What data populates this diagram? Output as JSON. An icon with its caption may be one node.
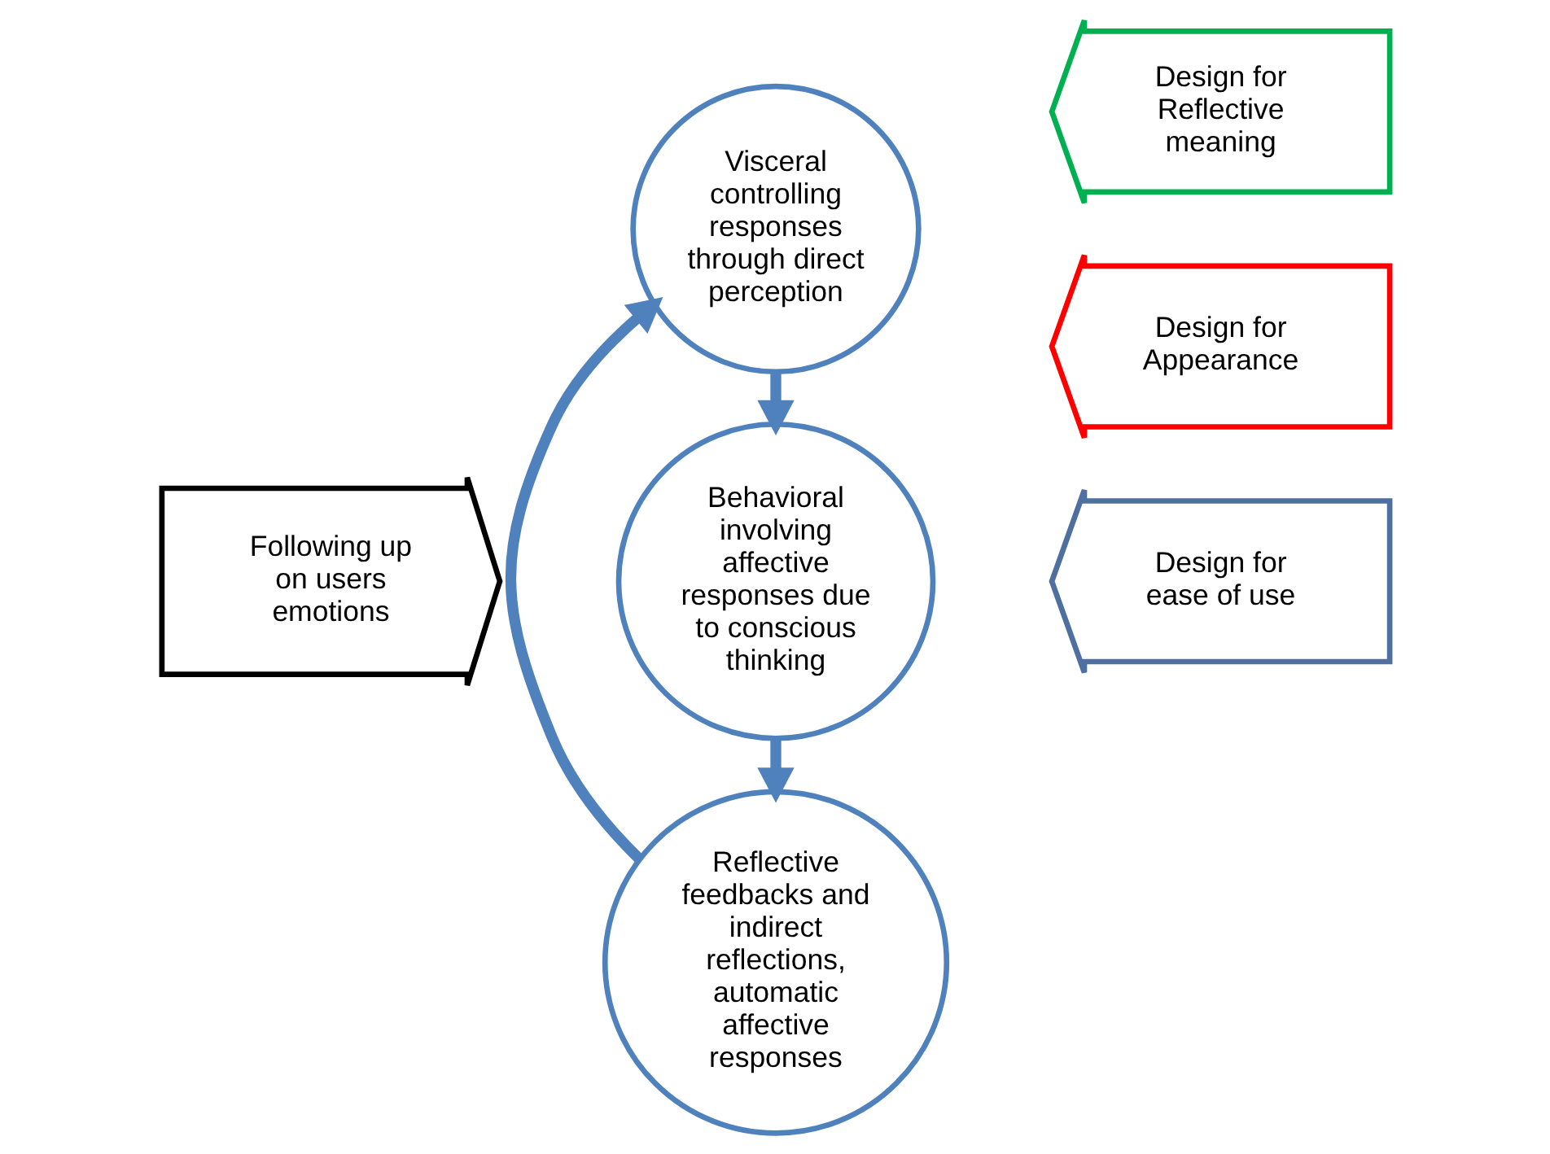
{
  "diagram": {
    "nodes": [
      {
        "text": [
          "Following up on users emotions"
        ]
      },
      {
        "text": [
          "Visceral controlling responses through direct perception"
        ]
      },
      {
        "text": [
          "Behavioral involving affective responses due to conscious thinking"
        ]
      },
      {
        "text": [
          "Reflective feedbacks and indirect reflections, automatic affective responses"
        ]
      },
      {
        "text": [
          "Design for Appearance"
        ]
      },
      {
        "text": [
          "Design for ease of use"
        ]
      },
      {
        "text": [
          "Design for Reflective meaning"
        ]
      }
    ],
    "edges": [
      {
        "from": 1,
        "to": 2,
        "arrow": "to"
      },
      {
        "from": 2,
        "to": 3,
        "arrow": "to"
      },
      {
        "from": 3,
        "to": 1,
        "arrow": "to"
      }
    ]
  }
}
